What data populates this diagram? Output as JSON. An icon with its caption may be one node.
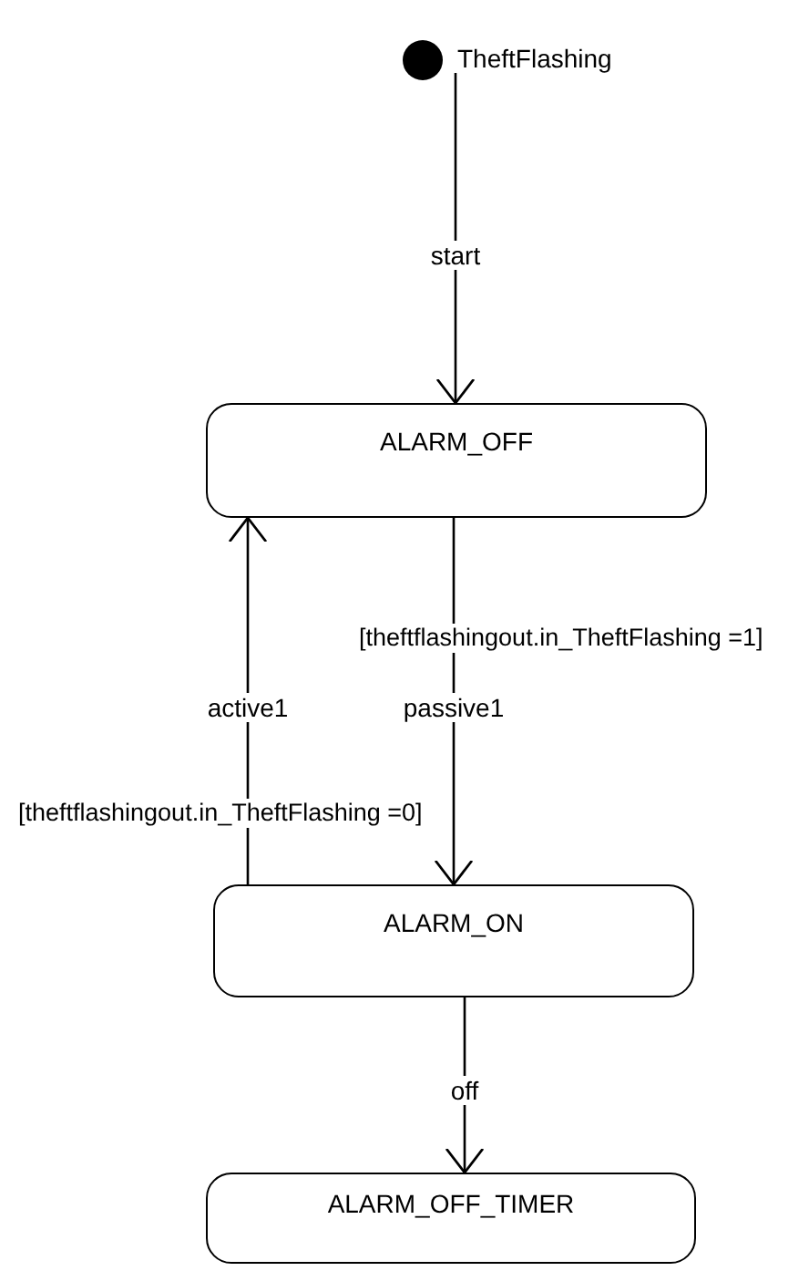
{
  "diagram": {
    "nodes": [
      {
        "text": [],
        "shape": "circle",
        "beside": [
          "TheftFlashing"
        ]
      },
      {
        "text": [
          "ALARM_OFF"
        ]
      },
      {
        "text": [
          "ALARM_ON"
        ]
      },
      {
        "text": [
          "ALARM_OFF_TIMER"
        ]
      }
    ],
    "edges": [
      {
        "from": 0,
        "to": 1,
        "arrow": "to",
        "label": "start"
      },
      {
        "from": 1,
        "to": 2,
        "arrow": "to",
        "label": "passive1"
      },
      {
        "from": 2,
        "to": 1,
        "arrow": "to",
        "label": "active1"
      },
      {
        "from": 2,
        "to": 3,
        "arrow": "to",
        "label": "off"
      }
    ],
    "labels": [
      "[theftflashingout.in_TheftFlashing =1]",
      "[theftflashingout.in_TheftFlashing =0]"
    ]
  }
}
